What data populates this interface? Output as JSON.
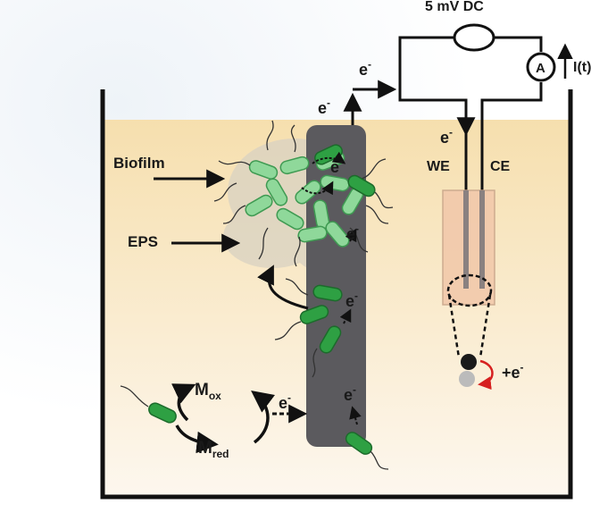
{
  "labels": {
    "supply": "5 mV DC",
    "ammeter": "A",
    "current": "I(t)",
    "biofilm": "Biofilm",
    "eps": "EPS",
    "we": "WE",
    "ce": "CE",
    "electron": "e",
    "electron_sign": "-",
    "m_ox": "M",
    "m_ox_sub": "ox",
    "m_red": "M",
    "m_red_sub": "red",
    "plus_e": "+e"
  },
  "colors": {
    "solution_top": "#f7e2b2",
    "solution_bottom": "#fdf6ea",
    "electrode": "#5b5a5e",
    "bacteria_dark": "#2ea043",
    "bacteria_light": "#8fd89a",
    "eps_cloud": "#c8c0ae",
    "reference_tube": "#f2c9ab",
    "red_arrow": "#d62020",
    "wire": "#111111"
  }
}
